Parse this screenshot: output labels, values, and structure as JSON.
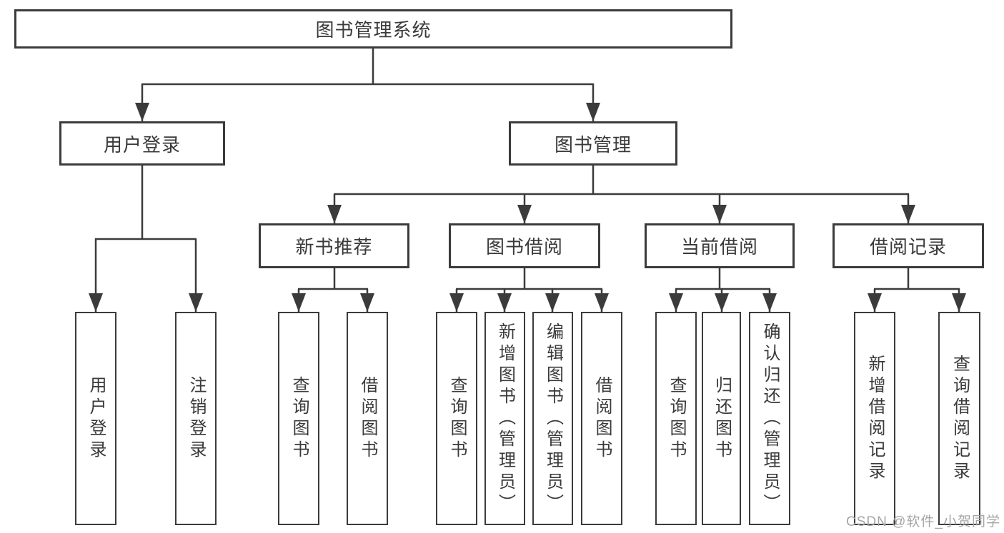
{
  "diagram": {
    "root": {
      "label": "图书管理系统"
    },
    "branches": [
      {
        "label": "用户登录",
        "children": [
          {
            "label": "用户登录"
          },
          {
            "label": "注销登录"
          }
        ]
      },
      {
        "label": "图书管理",
        "children": [
          {
            "label": "新书推荐",
            "children": [
              {
                "label": "查询图书"
              },
              {
                "label": "借阅图书"
              }
            ]
          },
          {
            "label": "图书借阅",
            "children": [
              {
                "label": "查询图书"
              },
              {
                "label": "新增图书（管理员）"
              },
              {
                "label": "编辑图书（管理员）"
              },
              {
                "label": "借阅图书"
              }
            ]
          },
          {
            "label": "当前借阅",
            "children": [
              {
                "label": "查询图书"
              },
              {
                "label": "归还图书"
              },
              {
                "label": "确认归还（管理员）"
              }
            ]
          },
          {
            "label": "借阅记录",
            "children": [
              {
                "label": "新增借阅记录"
              },
              {
                "label": "查询借阅记录"
              }
            ]
          }
        ]
      }
    ]
  },
  "watermark": {
    "text": "CSDN @软件_小贺同学"
  },
  "colors": {
    "line": "#3b3b3b",
    "text": "#3a3a3a",
    "watermark": "#a6a6a6",
    "background": "#ffffff"
  }
}
